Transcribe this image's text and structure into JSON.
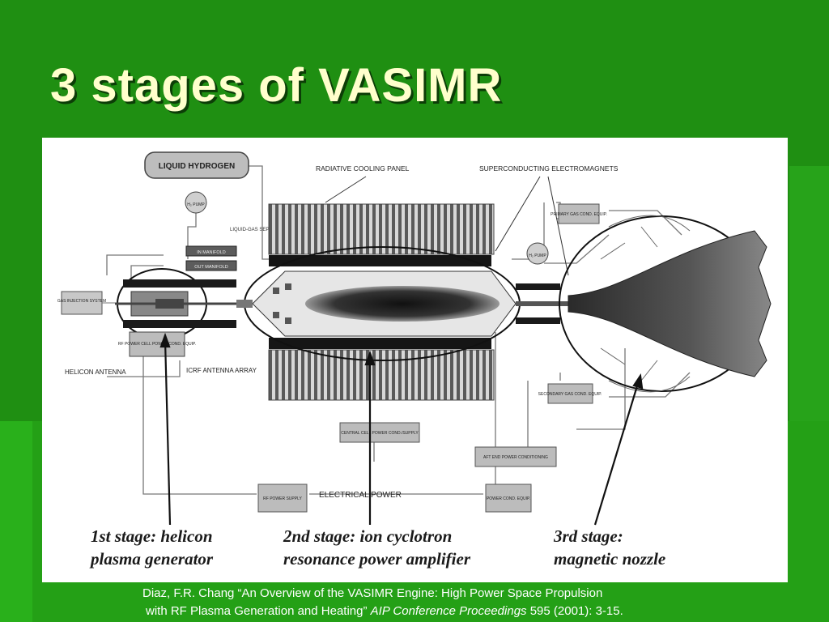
{
  "slide": {
    "title": "3 stages of VASIMR"
  },
  "diagram": {
    "labels": {
      "liquid_hydrogen": "LIQUID HYDROGEN",
      "h2_pump": "H₂ PUMP",
      "liquid_gas_separator": "LIQUID-GAS SEPARATOR",
      "in_manifold": "IN MANIFOLD",
      "out_manifold": "OUT MANIFOLD",
      "gas_injection_system": "GAS INJECTION SYSTEM",
      "rf_power_cell": "RF POWER CELL POWER COND. EQUIP.",
      "helicon_antenna": "HELICON ANTENNA",
      "icrf_antenna_array": "ICRF ANTENNA ARRAY",
      "radiative_cooling_panel": "RADIATIVE COOLING PANEL",
      "superconducting_electromagnets": "SUPERCONDUCTING ELECTROMAGNETS",
      "primary_gas_cond_equip": "PRIMARY GAS COND. EQUIP.",
      "h2_pump_2": "H₂ PUMP",
      "secondary_gas_cond_equip": "SECONDARY GAS COND. EQUIP.",
      "central_cell_power": "CENTRAL CELL POWER COND./SUPPLY",
      "aft_end_power": "AFT END POWER CONDITIONING",
      "rf_power_supply": "RF POWER SUPPLY",
      "electrical_power": "ELECTRICAL POWER",
      "power_cond_equip": "POWER COND. EQUIP."
    },
    "stage_captions": {
      "stage1_line1": "1st stage: helicon",
      "stage1_line2": "plasma generator",
      "stage2_line1": "2nd stage: ion cyclotron",
      "stage2_line2": "resonance power amplifier",
      "stage3_line1": "3rd stage:",
      "stage3_line2": "magnetic nozzle"
    }
  },
  "citation": {
    "line1": "Diaz, F.R. Chang “An Overview of the VASIMR Engine: High Power Space Propulsion",
    "line2_prefix": " with RF Plasma Generation and Heating” ",
    "line2_journal": "AIP Conference Proceedings",
    "line2_suffix": " 595 (2001):  3-15."
  },
  "colors": {
    "background": "#1f8f12",
    "title": "#ffffcc",
    "citation_text": "#ffffff"
  }
}
